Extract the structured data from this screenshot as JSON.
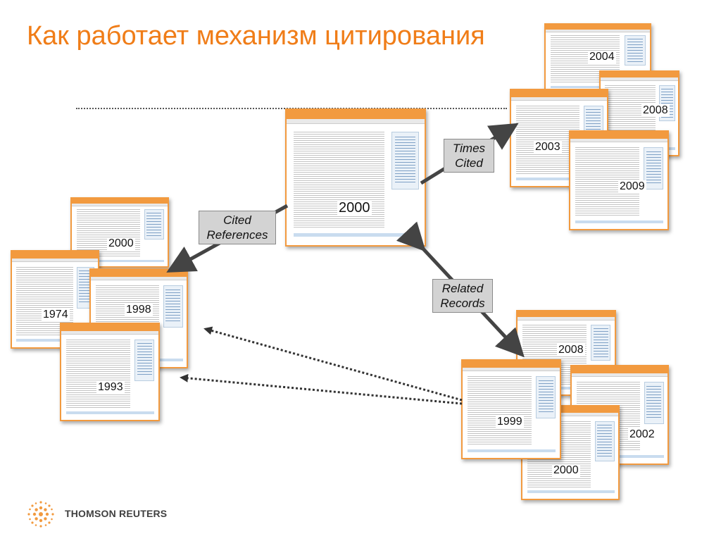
{
  "slide": {
    "title": "Как работает механизм цитирования",
    "brand": "THOMSON REUTERS"
  },
  "labels": {
    "times_cited": [
      "Times",
      "Cited"
    ],
    "cited_references": [
      "Cited",
      "References"
    ],
    "related_records": [
      "Related",
      "Records"
    ]
  },
  "records": {
    "center": "2000",
    "cited_2000": "2000",
    "cited_1974": "1974",
    "cited_1998": "1998",
    "cited_1993": "1993",
    "times_2004": "2004",
    "times_2008": "2008",
    "times_2003": "2003",
    "times_2009": "2009",
    "related_2008": "2008",
    "related_1999": "1999",
    "related_2002": "2002",
    "related_2000": "2000"
  },
  "colors": {
    "accent": "#f07d18",
    "card_border": "#f29a3f",
    "label_bg": "#d3d3d3",
    "arrow": "#444444"
  }
}
